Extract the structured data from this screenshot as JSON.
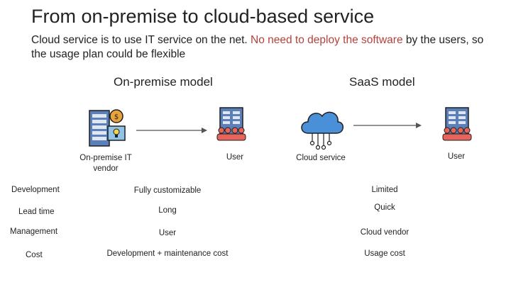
{
  "slide": {
    "title": "From on-premise to cloud-based service",
    "subtitle_before": "Cloud service is to use IT service on the net. ",
    "subtitle_highlight": "No need to deploy the software",
    "subtitle_after": " by the users, so the usage plan could be flexible",
    "highlight_color": "#b5413a"
  },
  "models": {
    "onpremise": {
      "heading": "On-premise model",
      "vendor_caption": "On-premise IT vendor",
      "user_caption": "User"
    },
    "saas": {
      "heading": "SaaS model",
      "vendor_caption": "Cloud service",
      "user_caption": "User"
    }
  },
  "icons": {
    "vendor": "server-building-gear-icon",
    "user": "office-building-people-icon",
    "cloud": "cloud-network-icon",
    "arrow": "arrow-right-icon",
    "cloud_color": "#4a90d9"
  },
  "comparison": {
    "rows": [
      {
        "label": "Development",
        "onpremise": "Fully customizable",
        "saas": "Limited"
      },
      {
        "label": "Lead time",
        "onpremise": "Long",
        "saas": "Quick"
      },
      {
        "label": "Management",
        "onpremise": "User",
        "saas": "Cloud vendor"
      },
      {
        "label": "Cost",
        "onpremise": "Development + maintenance cost",
        "saas": "Usage cost"
      }
    ]
  }
}
